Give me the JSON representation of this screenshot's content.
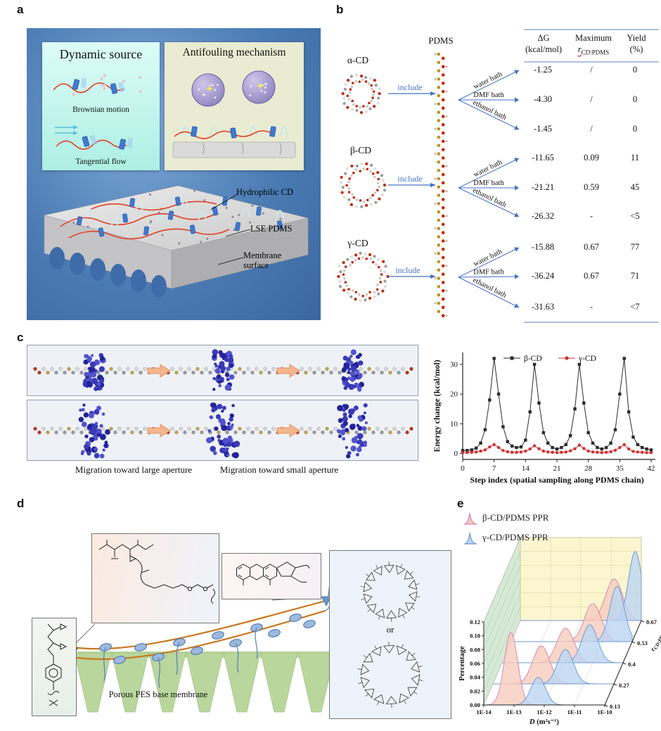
{
  "figure": {
    "panel_labels": {
      "a": "a",
      "b": "b",
      "c": "c",
      "d": "d",
      "e": "e"
    }
  },
  "a": {
    "dynamic_source_title": "Dynamic source",
    "brownian_label": "Brownian motion",
    "tangential_label": "Tangential flow",
    "antifouling_title": "Antifouling mechanism",
    "callouts": [
      "Hydrophilic CD",
      "LSE PDMS",
      "Membrane surface"
    ]
  },
  "b": {
    "pdms_label": "PDMS",
    "include_label": "include",
    "headers": {
      "dg1": "ΔG",
      "dg2": "(kcal/mol)",
      "m1": "Maximum",
      "m2r": "r",
      "m2sub": "CD:PDMS",
      "y1": "Yield",
      "y2": "(%)"
    },
    "groups": [
      {
        "cd": "α-CD",
        "baths": [
          "water bath",
          "DMF bath",
          "ethanol bath"
        ]
      },
      {
        "cd": "β-CD",
        "baths": [
          "water bath",
          "DMF bath",
          "ethanol bath"
        ]
      },
      {
        "cd": "γ-CD",
        "baths": [
          "water bath",
          "DMF bath",
          "ethanol bath"
        ]
      }
    ],
    "rows": [
      {
        "dg": "-1.25",
        "r": "/",
        "y": "0"
      },
      {
        "dg": "-4.30",
        "r": "/",
        "y": "0"
      },
      {
        "dg": "-1.45",
        "r": "/",
        "y": "0"
      },
      {
        "dg": "-11.65",
        "r": "0.09",
        "y": "11"
      },
      {
        "dg": "-21.21",
        "r": "0.59",
        "y": "45"
      },
      {
        "dg": "-26.32",
        "r": "-",
        "y": "<5"
      },
      {
        "dg": "-15.88",
        "r": "0.67",
        "y": "77"
      },
      {
        "dg": "-36.24",
        "r": "0.67",
        "y": "71"
      },
      {
        "dg": "-31.63",
        "r": "-",
        "y": "<7"
      }
    ]
  },
  "c": {
    "caption_left": "Migration toward large aperture",
    "caption_right": "Migration toward small aperture"
  },
  "d": {
    "membrane_label": "Porous PES base membrane",
    "or_label": "or"
  },
  "chart_data": [
    {
      "type": "line",
      "panel": "c",
      "xlabel": "Step index (spatial sampling along PDMS chain)",
      "ylabel": "Energy change (kcal/mol)",
      "x_ticks": [
        0,
        7,
        14,
        21,
        28,
        35,
        42
      ],
      "y_ticks": [
        0,
        10,
        20,
        30
      ],
      "ylim": [
        -2,
        34
      ],
      "x": [
        0,
        1,
        2,
        3,
        4,
        5,
        6,
        7,
        8,
        9,
        10,
        11,
        12,
        13,
        14,
        15,
        16,
        17,
        18,
        19,
        20,
        21,
        22,
        23,
        24,
        25,
        26,
        27,
        28,
        29,
        30,
        31,
        32,
        33,
        34,
        35,
        36,
        37,
        38,
        39,
        40,
        41,
        42
      ],
      "series": [
        {
          "name": "β-CD",
          "marker": "square",
          "color": "#2b2b2b",
          "values": [
            1.0,
            1.0,
            1.2,
            1.8,
            3.5,
            8,
            18,
            32,
            20,
            9,
            4,
            2.5,
            2,
            2.2,
            4.5,
            14,
            30,
            17,
            7,
            3.5,
            2,
            1.5,
            2,
            3,
            6,
            15,
            30,
            17,
            7,
            3.5,
            2,
            1.5,
            2,
            3.5,
            8,
            20,
            32,
            14,
            5.5,
            3,
            2,
            1.5,
            1.2
          ]
        },
        {
          "name": "γ-CD",
          "marker": "circle",
          "color": "#d23030",
          "values": [
            0.3,
            0.3,
            0.4,
            0.5,
            0.8,
            1.2,
            2.2,
            3.0,
            2.0,
            1.0,
            0.6,
            0.4,
            0.4,
            0.5,
            0.8,
            1.5,
            2.6,
            1.6,
            0.8,
            0.5,
            0.4,
            0.3,
            0.4,
            0.5,
            0.9,
            1.6,
            2.8,
            1.7,
            0.8,
            0.5,
            0.4,
            0.3,
            0.4,
            0.6,
            1.1,
            2.0,
            3.0,
            1.5,
            0.7,
            0.5,
            0.4,
            0.3,
            0.3
          ]
        }
      ],
      "legend_position": "top"
    },
    {
      "type": "ridgeline-3d",
      "panel": "e",
      "xlabel_main": "D",
      "xlabel_rest": "(m²s⁻¹)",
      "ylabel": "Percentage",
      "zlabel_main": "r",
      "zlabel_sub": "CD:PDMS",
      "x_tick_labels": [
        "1E-14",
        "1E-13",
        "1E-12",
        "1E-11",
        "1E-10"
      ],
      "y_ticks": [
        "0.00",
        "0.02",
        "0.04",
        "0.06",
        "0.08",
        "0.10",
        "0.12"
      ],
      "z_ticks": [
        "0.13",
        "0.27",
        "0.4",
        "0.53",
        "0.67"
      ],
      "series": [
        {
          "name": "β-CD/PDMS PPR",
          "fill": "#f6cdbd",
          "stroke": "#d885b5",
          "rows": [
            {
              "r": "0.13",
              "peaks": [
                {
                  "logD": -13.1,
                  "h": 0.105,
                  "w": 0.22
                }
              ]
            },
            {
              "r": "0.27",
              "peaks": [
                {
                  "logD": -12.4,
                  "h": 0.055,
                  "w": 0.28
                }
              ]
            },
            {
              "r": "0.4",
              "peaks": [
                {
                  "logD": -11.9,
                  "h": 0.05,
                  "w": 0.28
                }
              ]
            },
            {
              "r": "0.53",
              "peaks": [
                {
                  "logD": -11.3,
                  "h": 0.055,
                  "w": 0.28
                }
              ]
            },
            {
              "r": "0.67",
              "peaks": [
                {
                  "logD": -10.9,
                  "h": 0.06,
                  "w": 0.28
                }
              ]
            }
          ]
        },
        {
          "name": "γ-CD/PDMS PPR",
          "fill": "#bcd6f2",
          "stroke": "#6f9bd4",
          "rows": [
            {
              "r": "0.13",
              "peaks": [
                {
                  "logD": -12.2,
                  "h": 0.04,
                  "w": 0.24
                }
              ]
            },
            {
              "r": "0.27",
              "peaks": [
                {
                  "logD": -11.6,
                  "h": 0.05,
                  "w": 0.26
                }
              ]
            },
            {
              "r": "0.4",
              "peaks": [
                {
                  "logD": -11.1,
                  "h": 0.055,
                  "w": 0.26
                }
              ]
            },
            {
              "r": "0.53",
              "peaks": [
                {
                  "logD": -10.5,
                  "h": 0.08,
                  "w": 0.24
                }
              ]
            },
            {
              "r": "0.67",
              "peaks": [
                {
                  "logD": -10.2,
                  "h": 0.1,
                  "w": 0.22
                }
              ]
            }
          ]
        }
      ]
    }
  ]
}
